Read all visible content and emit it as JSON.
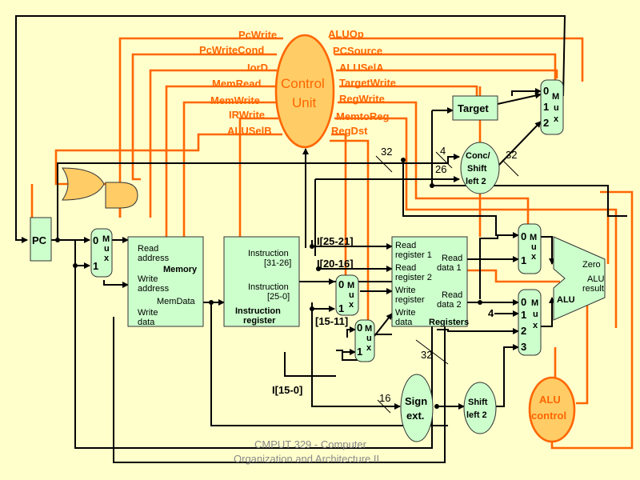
{
  "control_unit": {
    "line1": "Control",
    "line2": "Unit"
  },
  "signals_left": [
    "PcWrite",
    "PcWriteCond",
    "IorD",
    "MemRead",
    "MemWrite",
    "IRWrite",
    "ALUSelB"
  ],
  "signals_right": [
    "ALUOp",
    "PCSource",
    "ALUSelA",
    "TargetWrite",
    "RegWrite",
    "MemtoReg",
    "RegDst"
  ],
  "pc": {
    "label": "PC"
  },
  "mux_letters": [
    "M",
    "u",
    "x"
  ],
  "mux_pc": {
    "in0": "0",
    "in1": "1"
  },
  "memory": {
    "read_address_1": "Read",
    "read_address_2": "address",
    "write_address_1": "Write",
    "write_address_2": "address",
    "mem_data": "MemData",
    "write_data_1": "Write",
    "write_data_2": "data",
    "title": "Memory"
  },
  "ir": {
    "instr_31_26_1": "Instruction",
    "instr_31_26_2": "[31-26]",
    "instr_25_0_1": "Instruction",
    "instr_25_0_2": "[25-0]",
    "title1": "Instruction",
    "title2": "register"
  },
  "bus_labels": {
    "i25_21": "I[25-21]",
    "i20_16": "I[20-16]",
    "i15_11": "[15-11]",
    "i15_0": "I[15-0]"
  },
  "mux_regdst": {
    "in0": "0",
    "in1": "1"
  },
  "mux_memtoreg": {
    "in0": "0",
    "in1": "1"
  },
  "registers": {
    "read_reg1_1": "Read",
    "read_reg1_2": "register 1",
    "read_reg2_1": "Read",
    "read_reg2_2": "register 2",
    "write_reg_1": "Write",
    "write_reg_2": "register",
    "write_data_1": "Write",
    "write_data_2": "data",
    "read_data1_1": "Read",
    "read_data1_2": "data 1",
    "read_data2_1": "Read",
    "read_data2_2": "data 2",
    "title": "Registers"
  },
  "mux_alua": {
    "in0": "0",
    "in1": "1"
  },
  "mux_alub": {
    "in0": "0",
    "in1": "1",
    "in2": "2",
    "in3": "3"
  },
  "alu": {
    "zero": "Zero",
    "alu_label": "ALU",
    "result_1": "ALU",
    "result_2": "result"
  },
  "mux_pcsrc": {
    "in0": "0",
    "in1": "1",
    "in2": "2"
  },
  "target": {
    "label": "Target"
  },
  "conc_shift": {
    "line1": "Conc/",
    "line2": "Shift",
    "line3": "left 2"
  },
  "sign_ext": {
    "line1": "Sign",
    "line2": "ext."
  },
  "shift_left2": {
    "line1": "Shift",
    "line2": "left 2"
  },
  "alu_control": {
    "line1": "ALU",
    "line2": "control"
  },
  "bit_widths": {
    "w32_top": "32",
    "w4": "4",
    "w26": "26",
    "w32_conc": "32",
    "w32_mid": "32",
    "w16": "16",
    "const4": "4"
  },
  "footer": {
    "line1": "CMPUT 329 - Computer",
    "line2": "Organization and Architecture II"
  },
  "colors": {
    "background": "#ffffcc",
    "block": "#ccffcc",
    "control": "#ffcc66",
    "control_wire": "#ff6600"
  }
}
